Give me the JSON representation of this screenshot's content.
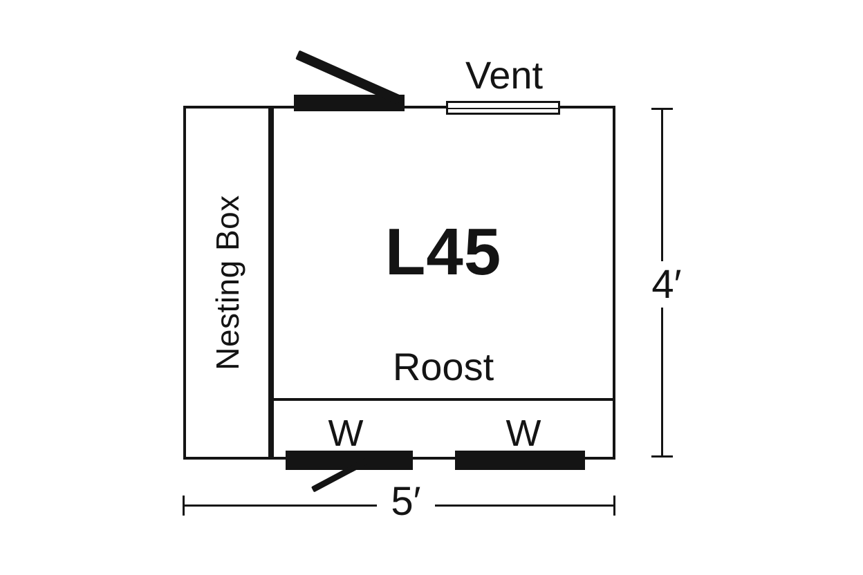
{
  "diagram": {
    "model_label": "L45",
    "nesting_box_label": "Nesting Box",
    "vent_label": "Vent",
    "roost_label": "Roost",
    "window_left_label": "W",
    "window_right_label": "W",
    "height_dim_label": "4′",
    "width_dim_label": "5′"
  },
  "colors": {
    "ink": "#141414",
    "background": "#ffffff"
  }
}
